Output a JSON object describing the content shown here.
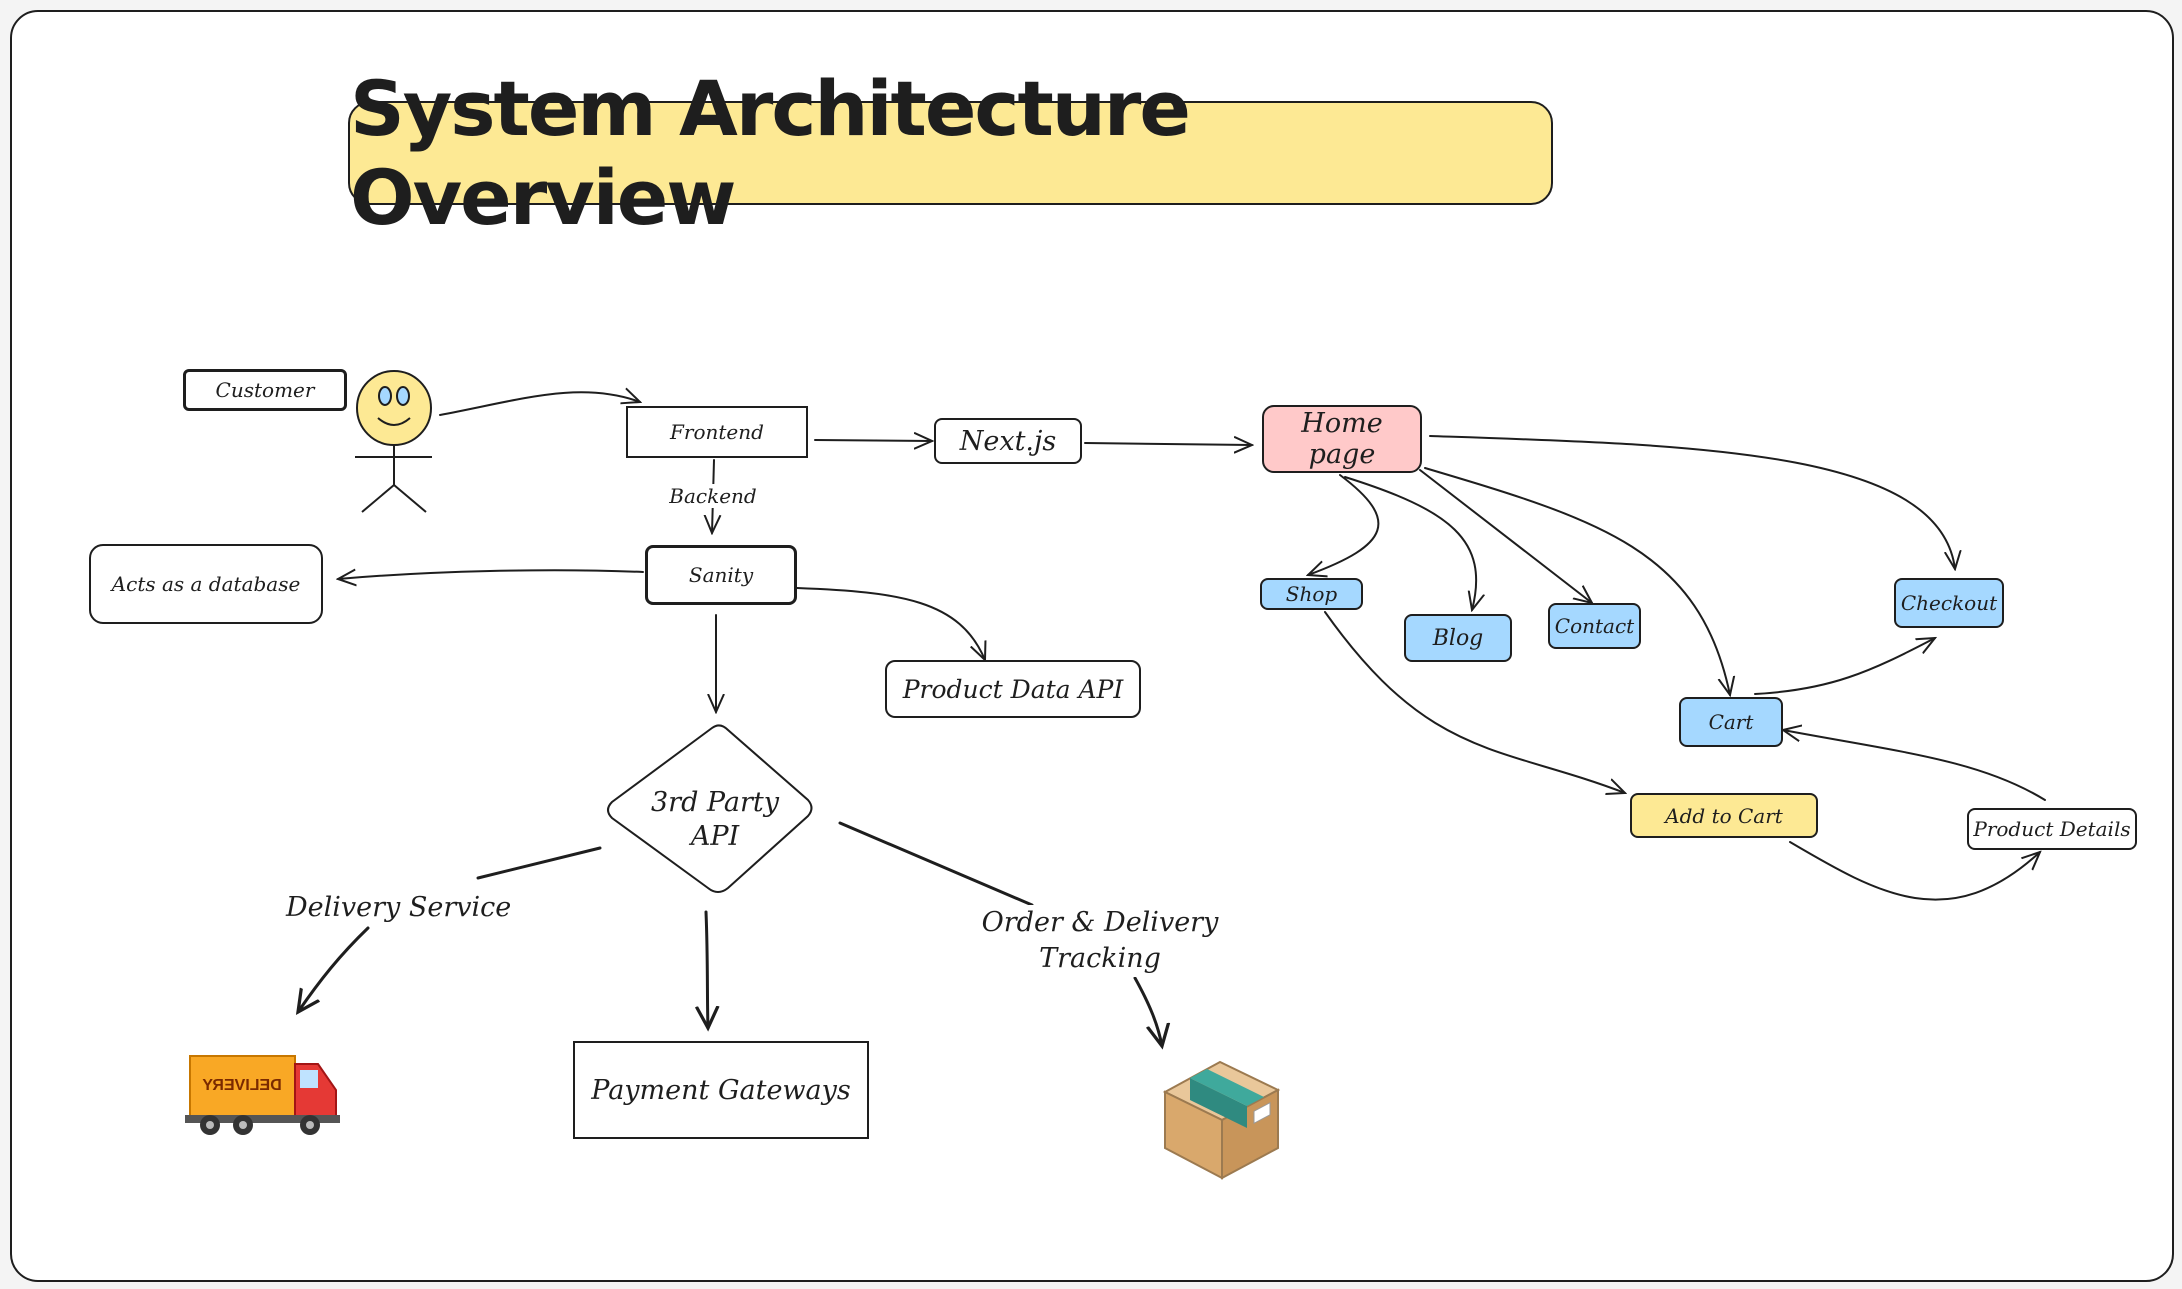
{
  "title": "System Architecture Overview",
  "nodes": {
    "customer": "Customer",
    "frontend": "Frontend",
    "nextjs": "Next.js",
    "home_page": "Home page",
    "sanity": "Sanity",
    "database": "Acts as a database",
    "product_data_api": "Product Data API",
    "third_party_api": "3rd Party API",
    "payment_gateways": "Payment Gateways",
    "shop": "Shop",
    "blog": "Blog",
    "contact": "Contact",
    "checkout": "Checkout",
    "cart": "Cart",
    "add_to_cart": "Add to Cart",
    "product_details": "Product Details"
  },
  "edge_labels": {
    "backend": "Backend",
    "delivery_service": "Delivery Service",
    "order_tracking": "Order & Delivery Tracking"
  },
  "icons": {
    "customer": "stick-figure-icon",
    "delivery": "delivery-truck-icon",
    "package": "package-box-icon",
    "truck_text": "DELIVERY"
  },
  "colors": {
    "title_bg": "#fde994",
    "home_bg": "#ffc9c9",
    "page_bg": "#a5d8ff",
    "add_cart_bg": "#fde994",
    "stroke": "#1e1e1e"
  }
}
